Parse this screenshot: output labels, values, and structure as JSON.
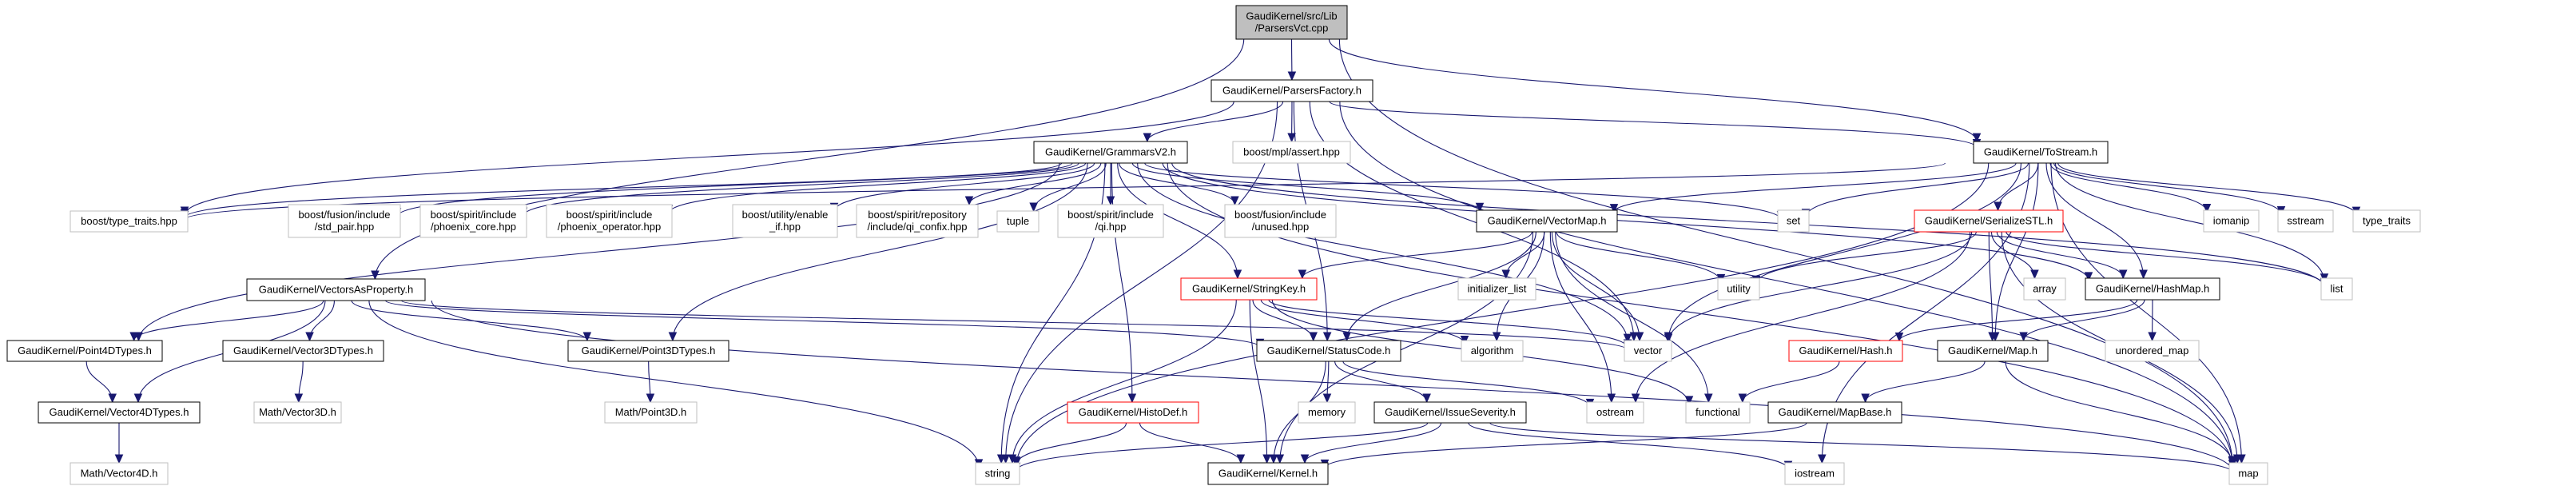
{
  "title": "Include dependency graph for GaudiKernel/src/Lib/ParsersVct.cpp",
  "colors": {
    "edge": "#191970",
    "root_fill": "#bfbfbf",
    "documented_border": "#000000",
    "external_border": "#bfbfbf",
    "truncated_border": "#ff0000"
  },
  "nodes": [
    {
      "id": "root",
      "label": [
        "GaudiKernel/src/Lib",
        "/ParsersVct.cpp"
      ],
      "kind": "root"
    },
    {
      "id": "parsersfactory",
      "label": [
        "GaudiKernel/ParsersFactory.h"
      ],
      "kind": "documented"
    },
    {
      "id": "grammarsv2",
      "label": [
        "GaudiKernel/GrammarsV2.h"
      ],
      "kind": "documented"
    },
    {
      "id": "mplassert",
      "label": [
        "boost/mpl/assert.hpp"
      ],
      "kind": "external"
    },
    {
      "id": "tostream",
      "label": [
        "GaudiKernel/ToStream.h"
      ],
      "kind": "documented"
    },
    {
      "id": "typetraitshpp",
      "label": [
        "boost/type_traits.hpp"
      ],
      "kind": "external"
    },
    {
      "id": "stdpair",
      "label": [
        "boost/fusion/include",
        "/std_pair.hpp"
      ],
      "kind": "external"
    },
    {
      "id": "phoenixcore",
      "label": [
        "boost/spirit/include",
        "/phoenix_core.hpp"
      ],
      "kind": "external"
    },
    {
      "id": "phoenixop",
      "label": [
        "boost/spirit/include",
        "/phoenix_operator.hpp"
      ],
      "kind": "external"
    },
    {
      "id": "enableif",
      "label": [
        "boost/utility/enable",
        "_if.hpp"
      ],
      "kind": "external"
    },
    {
      "id": "qiconfix",
      "label": [
        "boost/spirit/repository",
        "/include/qi_confix.hpp"
      ],
      "kind": "external"
    },
    {
      "id": "tuple",
      "label": [
        "tuple"
      ],
      "kind": "external"
    },
    {
      "id": "qihpp",
      "label": [
        "boost/spirit/include",
        "/qi.hpp"
      ],
      "kind": "external"
    },
    {
      "id": "unused",
      "label": [
        "boost/fusion/include",
        "/unused.hpp"
      ],
      "kind": "external"
    },
    {
      "id": "vectormap",
      "label": [
        "GaudiKernel/VectorMap.h"
      ],
      "kind": "documented"
    },
    {
      "id": "set",
      "label": [
        "set"
      ],
      "kind": "external"
    },
    {
      "id": "serializestl",
      "label": [
        "GaudiKernel/SerializeSTL.h"
      ],
      "kind": "truncated"
    },
    {
      "id": "iomanip",
      "label": [
        "iomanip"
      ],
      "kind": "external"
    },
    {
      "id": "sstream",
      "label": [
        "sstream"
      ],
      "kind": "external"
    },
    {
      "id": "typetraits",
      "label": [
        "type_traits"
      ],
      "kind": "external"
    },
    {
      "id": "vectorsasproperty",
      "label": [
        "GaudiKernel/VectorsAsProperty.h"
      ],
      "kind": "documented"
    },
    {
      "id": "stringkey",
      "label": [
        "GaudiKernel/StringKey.h"
      ],
      "kind": "truncated"
    },
    {
      "id": "initlist",
      "label": [
        "initializer_list"
      ],
      "kind": "external"
    },
    {
      "id": "utility",
      "label": [
        "utility"
      ],
      "kind": "external"
    },
    {
      "id": "array",
      "label": [
        "array"
      ],
      "kind": "external"
    },
    {
      "id": "hashmap",
      "label": [
        "GaudiKernel/HashMap.h"
      ],
      "kind": "documented"
    },
    {
      "id": "list",
      "label": [
        "list"
      ],
      "kind": "external"
    },
    {
      "id": "point4d",
      "label": [
        "GaudiKernel/Point4DTypes.h"
      ],
      "kind": "documented"
    },
    {
      "id": "vector3d",
      "label": [
        "GaudiKernel/Vector3DTypes.h"
      ],
      "kind": "documented"
    },
    {
      "id": "point3d",
      "label": [
        "GaudiKernel/Point3DTypes.h"
      ],
      "kind": "documented"
    },
    {
      "id": "statuscode",
      "label": [
        "GaudiKernel/StatusCode.h"
      ],
      "kind": "documented"
    },
    {
      "id": "algorithm",
      "label": [
        "algorithm"
      ],
      "kind": "external"
    },
    {
      "id": "vector",
      "label": [
        "vector"
      ],
      "kind": "external"
    },
    {
      "id": "hash",
      "label": [
        "GaudiKernel/Hash.h"
      ],
      "kind": "truncated"
    },
    {
      "id": "mapnode",
      "label": [
        "GaudiKernel/Map.h"
      ],
      "kind": "documented"
    },
    {
      "id": "unorderedmap",
      "label": [
        "unordered_map"
      ],
      "kind": "external"
    },
    {
      "id": "vector4d",
      "label": [
        "GaudiKernel/Vector4DTypes.h"
      ],
      "kind": "documented"
    },
    {
      "id": "mathvector3d",
      "label": [
        "Math/Vector3D.h"
      ],
      "kind": "external"
    },
    {
      "id": "mathpoint3d",
      "label": [
        "Math/Point3D.h"
      ],
      "kind": "external"
    },
    {
      "id": "histodef",
      "label": [
        "GaudiKernel/HistoDef.h"
      ],
      "kind": "truncated"
    },
    {
      "id": "memory",
      "label": [
        "memory"
      ],
      "kind": "external"
    },
    {
      "id": "issueseverity",
      "label": [
        "GaudiKernel/IssueSeverity.h"
      ],
      "kind": "documented"
    },
    {
      "id": "ostream",
      "label": [
        "ostream"
      ],
      "kind": "external"
    },
    {
      "id": "functional",
      "label": [
        "functional"
      ],
      "kind": "external"
    },
    {
      "id": "mapbase",
      "label": [
        "GaudiKernel/MapBase.h"
      ],
      "kind": "documented"
    },
    {
      "id": "mathvector4d",
      "label": [
        "Math/Vector4D.h"
      ],
      "kind": "external"
    },
    {
      "id": "string",
      "label": [
        "string"
      ],
      "kind": "external"
    },
    {
      "id": "kernel",
      "label": [
        "GaudiKernel/Kernel.h"
      ],
      "kind": "documented"
    },
    {
      "id": "iostream",
      "label": [
        "iostream"
      ],
      "kind": "external"
    },
    {
      "id": "map",
      "label": [
        "map"
      ],
      "kind": "external"
    }
  ],
  "edges": [
    [
      "root",
      "parsersfactory"
    ],
    [
      "root",
      "vectorsasproperty"
    ],
    [
      "root",
      "tostream"
    ],
    [
      "root",
      "map"
    ],
    [
      "parsersfactory",
      "grammarsv2"
    ],
    [
      "parsersfactory",
      "mplassert"
    ],
    [
      "parsersfactory",
      "typetraitshpp"
    ],
    [
      "parsersfactory",
      "string"
    ],
    [
      "parsersfactory",
      "vector"
    ],
    [
      "parsersfactory",
      "statuscode"
    ],
    [
      "parsersfactory",
      "tostream"
    ],
    [
      "parsersfactory",
      "map"
    ],
    [
      "grammarsv2",
      "typetraitshpp"
    ],
    [
      "grammarsv2",
      "stdpair"
    ],
    [
      "grammarsv2",
      "phoenixcore"
    ],
    [
      "grammarsv2",
      "phoenixop"
    ],
    [
      "grammarsv2",
      "enableif"
    ],
    [
      "grammarsv2",
      "qiconfix"
    ],
    [
      "grammarsv2",
      "tuple"
    ],
    [
      "grammarsv2",
      "qihpp"
    ],
    [
      "grammarsv2",
      "unused"
    ],
    [
      "grammarsv2",
      "vectormap"
    ],
    [
      "grammarsv2",
      "set"
    ],
    [
      "grammarsv2",
      "list"
    ],
    [
      "grammarsv2",
      "string"
    ],
    [
      "grammarsv2",
      "vector"
    ],
    [
      "grammarsv2",
      "map"
    ],
    [
      "grammarsv2",
      "histodef"
    ],
    [
      "grammarsv2",
      "point4d"
    ],
    [
      "grammarsv2",
      "point3d"
    ],
    [
      "grammarsv2",
      "stringkey"
    ],
    [
      "grammarsv2",
      "hashmap"
    ],
    [
      "tostream",
      "typetraitshpp"
    ],
    [
      "tostream",
      "set"
    ],
    [
      "tostream",
      "serializestl"
    ],
    [
      "tostream",
      "iomanip"
    ],
    [
      "tostream",
      "sstream"
    ],
    [
      "tostream",
      "typetraits"
    ],
    [
      "tostream",
      "vectormap"
    ],
    [
      "tostream",
      "list"
    ],
    [
      "tostream",
      "vector"
    ],
    [
      "tostream",
      "string"
    ],
    [
      "tostream",
      "mapnode"
    ],
    [
      "tostream",
      "hashmap"
    ],
    [
      "tostream",
      "map"
    ],
    [
      "tostream",
      "iostream"
    ],
    [
      "vectormap",
      "stringkey"
    ],
    [
      "vectormap",
      "initlist"
    ],
    [
      "vectormap",
      "utility"
    ],
    [
      "vectormap",
      "algorithm"
    ],
    [
      "vectormap",
      "vector"
    ],
    [
      "vectormap",
      "functional"
    ],
    [
      "vectormap",
      "ostream"
    ],
    [
      "vectormap",
      "statuscode"
    ],
    [
      "vectormap",
      "kernel"
    ],
    [
      "serializestl",
      "utility"
    ],
    [
      "serializestl",
      "array"
    ],
    [
      "serializestl",
      "hashmap"
    ],
    [
      "serializestl",
      "list"
    ],
    [
      "serializestl",
      "mapnode"
    ],
    [
      "serializestl",
      "vector"
    ],
    [
      "serializestl",
      "ostream"
    ],
    [
      "serializestl",
      "map"
    ],
    [
      "vectorsasproperty",
      "point4d"
    ],
    [
      "vectorsasproperty",
      "vector3d"
    ],
    [
      "vectorsasproperty",
      "point3d"
    ],
    [
      "vectorsasproperty",
      "vector4d"
    ],
    [
      "vectorsasproperty",
      "statuscode"
    ],
    [
      "vectorsasproperty",
      "vector"
    ],
    [
      "vectorsasproperty",
      "string"
    ],
    [
      "vectorsasproperty",
      "map"
    ],
    [
      "stringkey",
      "statuscode"
    ],
    [
      "stringkey",
      "algorithm"
    ],
    [
      "stringkey",
      "vector"
    ],
    [
      "stringkey",
      "functional"
    ],
    [
      "stringkey",
      "string"
    ],
    [
      "stringkey",
      "kernel"
    ],
    [
      "hashmap",
      "hash"
    ],
    [
      "hashmap",
      "mapnode"
    ],
    [
      "hashmap",
      "unorderedmap"
    ],
    [
      "hash",
      "functional"
    ],
    [
      "mapnode",
      "mapbase"
    ],
    [
      "mapnode",
      "map"
    ],
    [
      "mapbase",
      "kernel"
    ],
    [
      "point4d",
      "vector4d"
    ],
    [
      "vector3d",
      "mathvector3d"
    ],
    [
      "point3d",
      "mathpoint3d"
    ],
    [
      "vector4d",
      "mathvector4d"
    ],
    [
      "statuscode",
      "memory"
    ],
    [
      "statuscode",
      "issueseverity"
    ],
    [
      "statuscode",
      "kernel"
    ],
    [
      "statuscode",
      "ostream"
    ],
    [
      "histodef",
      "string"
    ],
    [
      "histodef",
      "kernel"
    ],
    [
      "issueseverity",
      "string"
    ],
    [
      "issueseverity",
      "kernel"
    ],
    [
      "issueseverity",
      "iostream"
    ],
    [
      "issueseverity",
      "map"
    ]
  ]
}
